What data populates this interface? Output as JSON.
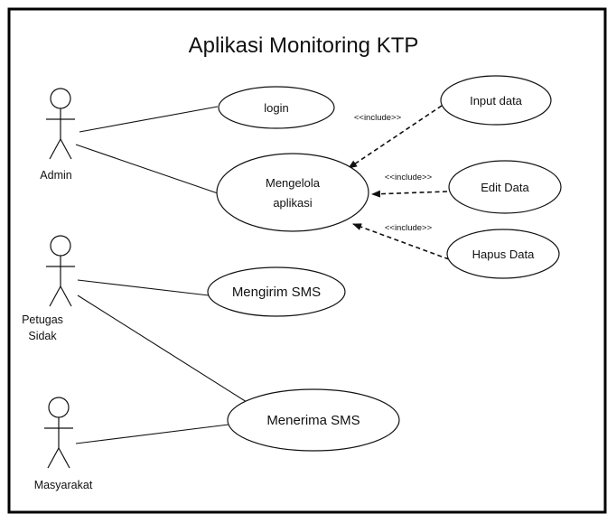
{
  "diagram": {
    "title": "Aplikasi Monitoring KTP",
    "actors": [
      {
        "id": "admin",
        "lines": [
          "Admin"
        ]
      },
      {
        "id": "petugas",
        "lines": [
          "Petugas",
          "Sidak"
        ]
      },
      {
        "id": "masyarakat",
        "lines": [
          "Masyarakat"
        ]
      }
    ],
    "use_cases": [
      {
        "id": "login",
        "lines": [
          "login"
        ]
      },
      {
        "id": "mengelola",
        "lines": [
          "Mengelola",
          "aplikasi"
        ]
      },
      {
        "id": "mengirim",
        "lines": [
          "Mengirim SMS"
        ]
      },
      {
        "id": "menerima",
        "lines": [
          "Menerima SMS"
        ]
      },
      {
        "id": "input",
        "lines": [
          "Input data"
        ]
      },
      {
        "id": "edit",
        "lines": [
          "Edit Data"
        ]
      },
      {
        "id": "hapus",
        "lines": [
          "Hapus Data"
        ]
      }
    ],
    "associations": [
      {
        "actor": "admin",
        "use_case": "login"
      },
      {
        "actor": "admin",
        "use_case": "mengelola"
      },
      {
        "actor": "petugas",
        "use_case": "mengirim"
      },
      {
        "actor": "petugas",
        "use_case": "menerima"
      },
      {
        "actor": "masyarakat",
        "use_case": "menerima"
      }
    ],
    "relations": [
      {
        "from": "input",
        "to": "mengelola",
        "label": "<<include>>"
      },
      {
        "from": "edit",
        "to": "mengelola",
        "label": "<<include>>"
      },
      {
        "from": "hapus",
        "to": "mengelola",
        "label": "<<include>>"
      }
    ]
  }
}
